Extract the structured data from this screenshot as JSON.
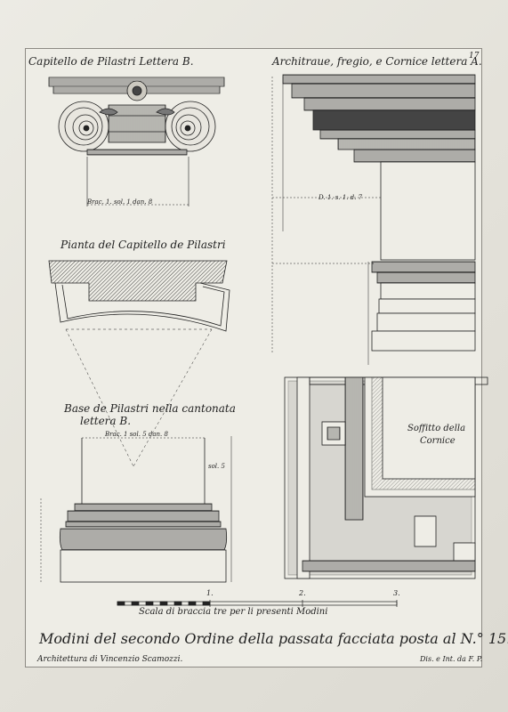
{
  "plate": {
    "page_number": "17",
    "title_capitello": "Capitello de Pilastri Lettera B.",
    "title_architrave": "Architraue, fregio, e Cornice lettera A.",
    "title_pianta": "Pianta del Capitello de Pilastri",
    "title_base_line1": "Base de Pilastri nella cantonata",
    "title_base_line2": "lettera B.",
    "soffitto_line1": "Soffitto della",
    "soffitto_line2": "Cornice",
    "dim_capitello": "Brac. 1. sol. 1 dan. 8",
    "dim_base": "Brac. 1 sol. 5 dan. 8",
    "dim_architrave": "D. 1. s. 1. d. 7",
    "dim_base_side": "sol. 5",
    "scale_numbers": [
      "1.",
      "2.",
      "3."
    ],
    "scale_caption": "Scala di braccia tre per li presenti Modini",
    "main_title": "Modini del secondo Ordine della passata facciata posta al N.° 15.",
    "architect": "Architettura di Vincenzio Scamozzi.",
    "engraver": "Dis. e Int. da F. P."
  },
  "colors": {
    "ink": "#222222",
    "paper": "#eeede6",
    "margin": "#e6e4dc"
  }
}
